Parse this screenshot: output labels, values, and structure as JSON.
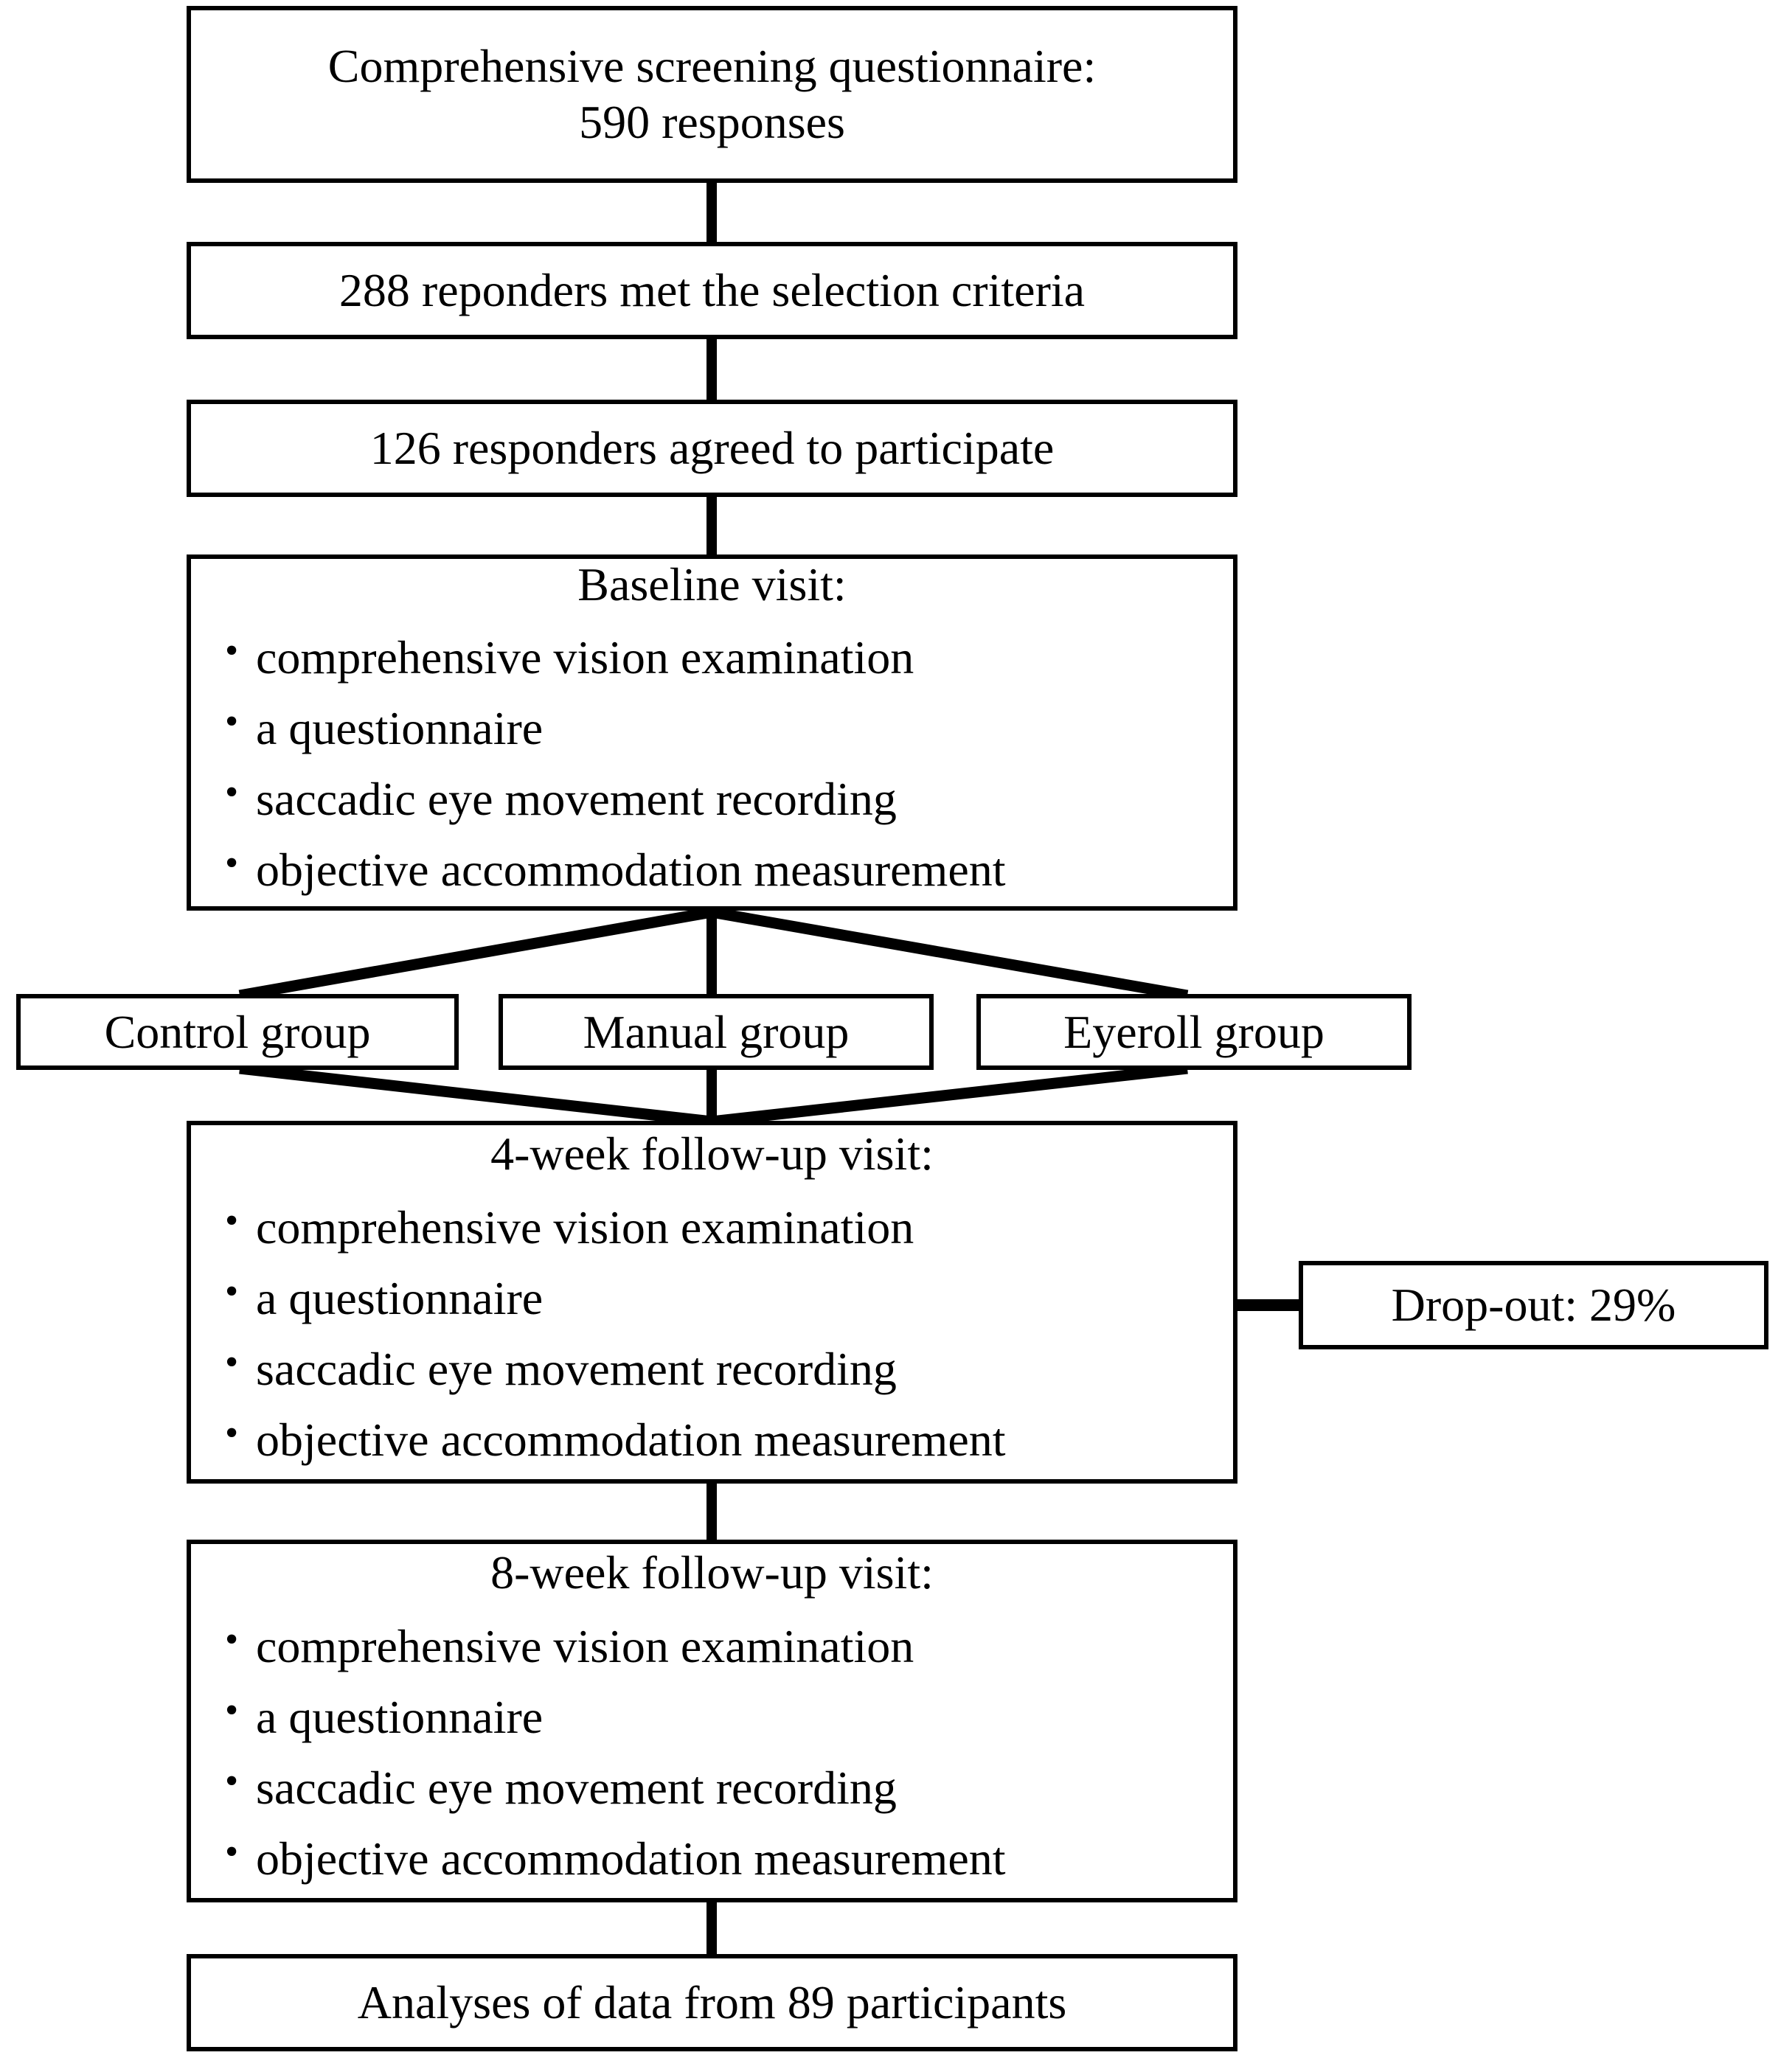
{
  "diagram": {
    "type": "study-flow-chart",
    "nodes": {
      "screening": {
        "text": "Comprehensive screening questionnaire:\n590 responses",
        "responses": 590
      },
      "criteria": {
        "text": "288 reponders met the selection criteria",
        "count": 288
      },
      "agreed": {
        "text": "126 responders agreed to participate",
        "count": 126
      },
      "baseline": {
        "title": "Baseline visit:",
        "items": [
          "comprehensive vision examination",
          "a questionnaire",
          "saccadic eye movement recording",
          "objective accommodation measurement"
        ]
      },
      "groups": [
        {
          "label": "Control group"
        },
        {
          "label": "Manual group"
        },
        {
          "label": "Eyeroll group"
        }
      ],
      "week4": {
        "title": "4-week follow-up visit:",
        "items": [
          "comprehensive vision examination",
          "a questionnaire",
          "saccadic eye movement recording",
          "objective accommodation measurement"
        ]
      },
      "dropout": {
        "text": "Drop-out: 29%",
        "percent": 29
      },
      "week8": {
        "title": "8-week follow-up visit:",
        "items": [
          "comprehensive vision examination",
          "a questionnaire",
          "saccadic eye movement recording",
          "objective accommodation measurement"
        ]
      },
      "analyses": {
        "text": "Analyses of data from 89 participants",
        "participants": 89
      }
    },
    "colors": {
      "stroke": "#000000",
      "fill": "#ffffff",
      "text": "#000000"
    }
  }
}
